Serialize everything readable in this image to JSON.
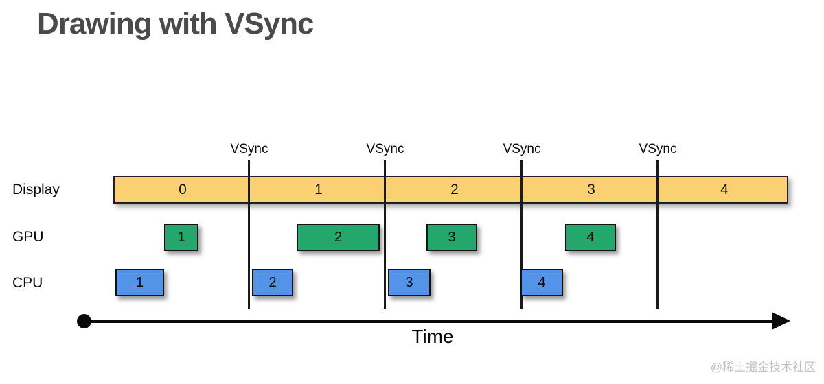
{
  "title": "Drawing with VSync",
  "vsync": {
    "labels": [
      "VSync",
      "VSync",
      "VSync",
      "VSync"
    ]
  },
  "rows": {
    "display": {
      "label": "Display",
      "segments": [
        "0",
        "1",
        "2",
        "3",
        "4"
      ]
    },
    "gpu": {
      "label": "GPU",
      "boxes": [
        "1",
        "2",
        "3",
        "4"
      ]
    },
    "cpu": {
      "label": "CPU",
      "boxes": [
        "1",
        "2",
        "3",
        "4"
      ]
    }
  },
  "time_axis": {
    "label": "Time"
  },
  "watermark": "@稀土掘金技术社区",
  "colors": {
    "title_text": "#4a4a4a",
    "display_bar_fill": "#fad072",
    "gpu_box_fill": "#23a76c",
    "cpu_box_fill": "#5393e8",
    "line_black": "#1a1a1a",
    "watermark_gray": "#c3c3c3"
  }
}
